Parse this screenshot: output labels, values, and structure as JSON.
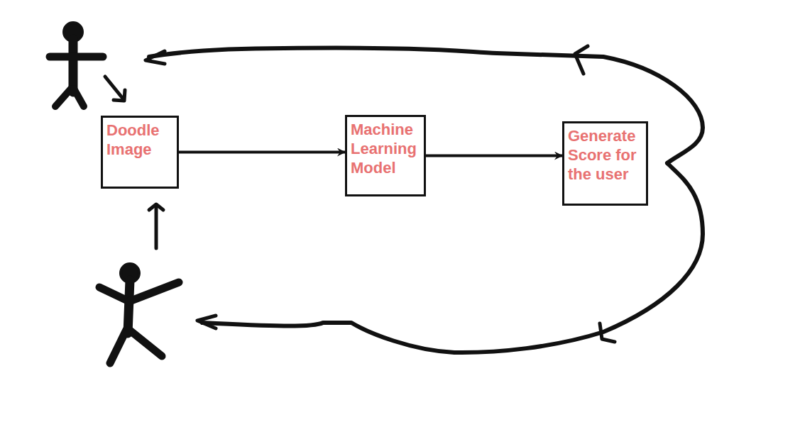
{
  "diagram": {
    "nodes": [
      {
        "text": [
          "Doodle Image"
        ]
      },
      {
        "text": [
          "Machine Learning Model"
        ]
      },
      {
        "text": [
          "Generate Score for the user"
        ]
      }
    ],
    "edges": [
      {
        "from": 0,
        "to": 1,
        "arrow": "to"
      },
      {
        "from": 1,
        "to": 2,
        "arrow": "to"
      }
    ]
  }
}
